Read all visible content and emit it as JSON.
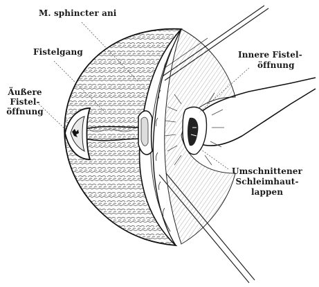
{
  "labels": {
    "sphincter": "M. sphincter ani",
    "fistelgang": "Fistelgang",
    "aeussere_1": "Äußere",
    "aeussere_2": "Fistel-",
    "aeussere_3": "öffnung",
    "innere_1": "Innere Fistel-",
    "innere_2": "öffnung",
    "umschnitten_1": "Umschnittener",
    "umschnitten_2": "Schleimhaut-",
    "umschnitten_3": "lappen"
  },
  "colors": {
    "ink": "#1a1a1a",
    "paper": "#ffffff"
  }
}
